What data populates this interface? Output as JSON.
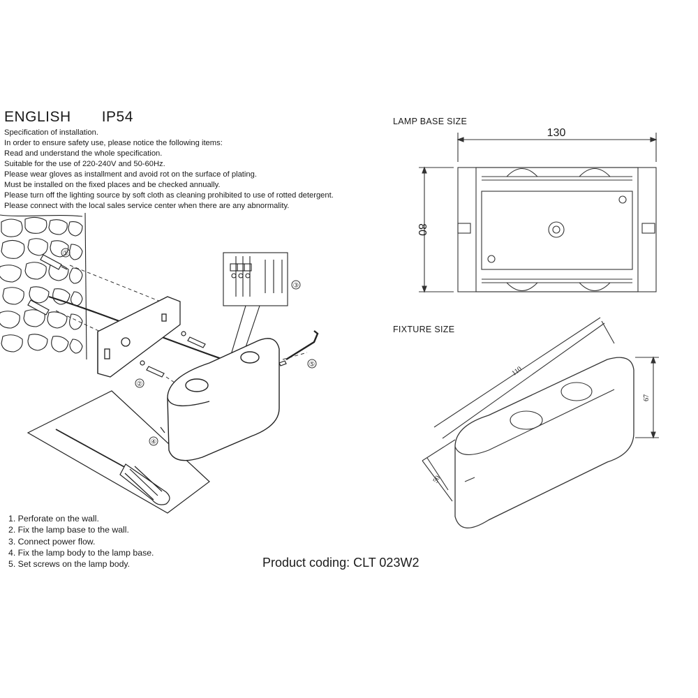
{
  "header": {
    "language": "ENGLISH",
    "rating": "IP54"
  },
  "specification": [
    "Specification of installation.",
    "In order to ensure safety use, please notice the following items:",
    "Read and understand the whole specification.",
    "Suitable for the use of 220-240V and 50-60Hz.",
    "Please wear gloves as installment and avoid rot on the surface of plating.",
    "Must be installed on the fixed places and be checked annually.",
    "Please turn off the lighting source by soft cloth as cleaning prohibited to use of rotted detergent.",
    "Please connect with the local sales service center when there are any abnormality."
  ],
  "steps": [
    "1. Perforate on the wall.",
    "2. Fix the lamp base to the wall.",
    "3. Connect power flow.",
    "4. Fix the lamp body to the lamp base.",
    "5. Set screws on the lamp body."
  ],
  "product_coding": "Product coding: CLT 023W2",
  "lamp_base": {
    "caption": "LAMP BASE SIZE",
    "width": "130",
    "height": "80"
  },
  "fixture": {
    "caption": "FIXTURE SIZE",
    "length": "110",
    "height": "67",
    "depth": "50"
  },
  "callouts": [
    "①",
    "②",
    "③",
    "④",
    "⑤"
  ]
}
